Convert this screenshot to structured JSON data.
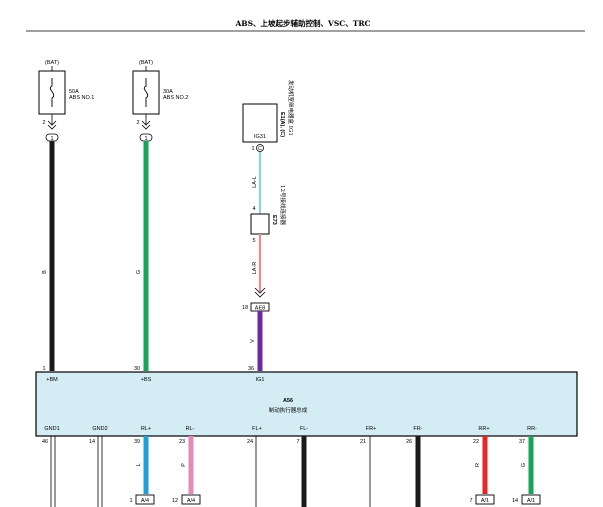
{
  "title": "ABS、上坡起步辅助控制、VSC、TRC",
  "fuses": [
    {
      "bat": "(BAT)",
      "rating": "50A",
      "name": "ABS NO.1",
      "pin": "2",
      "conn": "1"
    },
    {
      "bat": "(BAT)",
      "rating": "30A",
      "name": "ABS NO.2",
      "pin": "2",
      "conn": "1"
    }
  ],
  "ig_relay": {
    "code": "IG31",
    "id": "E1(A), (C)",
    "desc": "发动机室继电器盒 IG1",
    "pin": "1",
    "conn": "C"
  },
  "junction": {
    "id": "E73",
    "desc": "12号接线连接器",
    "pin_top": "4",
    "pin_bottom": "5"
  },
  "ig_connector": {
    "pin": "18",
    "label": "AE8"
  },
  "wires": {
    "left": "B",
    "mid": "G",
    "ig_top": "LA-L",
    "ig_bottom": "LA-R",
    "ig_lower": "V"
  },
  "ecu": {
    "id": "A56",
    "name": "制动执行器总成",
    "top_pins": [
      {
        "num": "1",
        "name": "+BM"
      },
      {
        "num": "30",
        "name": "+BS"
      },
      {
        "num": "36",
        "name": "IG1"
      }
    ],
    "bottom_pins": [
      {
        "name": "GND1",
        "num": "46",
        "wire": ""
      },
      {
        "name": "GND2",
        "num": "14",
        "wire": ""
      },
      {
        "name": "RL+",
        "num": "39",
        "wire": "L"
      },
      {
        "name": "RL-",
        "num": "23",
        "wire": "P"
      },
      {
        "name": "FL+",
        "num": "24",
        "wire": ""
      },
      {
        "name": "FL-",
        "num": "7",
        "wire": ""
      },
      {
        "name": "FR+",
        "num": "21",
        "wire": ""
      },
      {
        "name": "FR-",
        "num": "26",
        "wire": ""
      },
      {
        "name": "RR+",
        "num": "22",
        "wire": "R"
      },
      {
        "name": "RR-",
        "num": "37",
        "wire": "G"
      }
    ]
  },
  "outputs": [
    {
      "pin": "1",
      "conn": "A/4"
    },
    {
      "pin": "12",
      "conn": "A/4"
    },
    {
      "pin": "7",
      "conn": "A/1"
    },
    {
      "pin": "14",
      "conn": "A/1"
    }
  ],
  "colors": {
    "black": "#1a1a1a",
    "green": "#1aa35a",
    "violet": "#6a2c9c",
    "blue": "#1fa0dc",
    "pink": "#e58ab8",
    "red": "#e32626",
    "ecu_fill": "#d4ecf4",
    "lightblue": "#8fd0ea",
    "lightred": "#f08a8a"
  }
}
